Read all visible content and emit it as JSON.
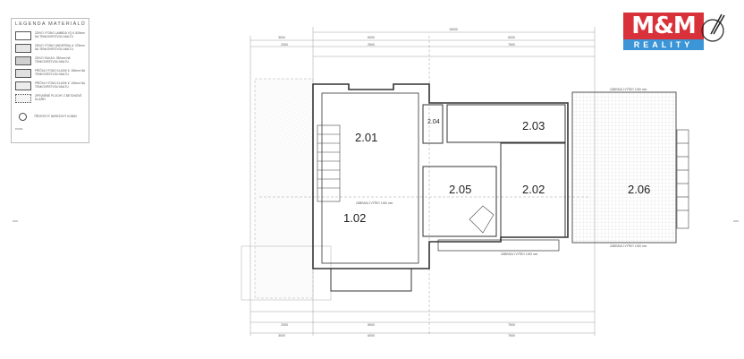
{
  "legend": {
    "title": "LEGENDA MATERIÁLŮ",
    "items": [
      {
        "text": "ZDIVO YTONG LAMBDA YQ tl. 500mm NA TENKOVRSTVOU MALTU",
        "fill": "#ffffff"
      },
      {
        "text": "ZDIVO YTONG UNIVERSAL tl. 375mm NA TENKOVRSTVOU MALTU",
        "fill": "#e6e6e6"
      },
      {
        "text": "ZDIVO SILKA tl. 250mm NA TENKOVRSTVOU MALTU",
        "fill": "#cfcfcf"
      },
      {
        "text": "PŘÍČKA YTONG KLASIK tl. 150mm NA TENKOVRSTVOU MALTU",
        "fill": "#e0e0e0"
      },
      {
        "text": "PŘÍČKA YTONG KLASIK tl. 100mm NA TENKOVRSTVOU MALTU",
        "fill": "#ececec"
      },
      {
        "text": "ZPEVNĚNÉ PLOCHY Z BETONOVÉ DLAŽBY",
        "fill": "#f4f4f4"
      }
    ],
    "chimney": "TŘÍVRSTVÝ NEREZOVÝ KOMÍN",
    "note_title": "POZN."
  },
  "logo": {
    "top": "M&M",
    "bottom": "REALITY",
    "red": "#d9313a",
    "blue": "#3b95d6"
  },
  "rooms": [
    "2.01",
    "1.02",
    "2.04",
    "2.03",
    "2.05",
    "2.02",
    "2.06"
  ],
  "railing": "ZÁBRADLÍ VÝŠKY 1000 mm",
  "dims": {
    "top": [
      "15000",
      "3000",
      "6000",
      "6000",
      "2300",
      "2500",
      "7500"
    ],
    "bottom": [
      "3000",
      "6000",
      "7500",
      "2300",
      "5500",
      "7500"
    ]
  }
}
